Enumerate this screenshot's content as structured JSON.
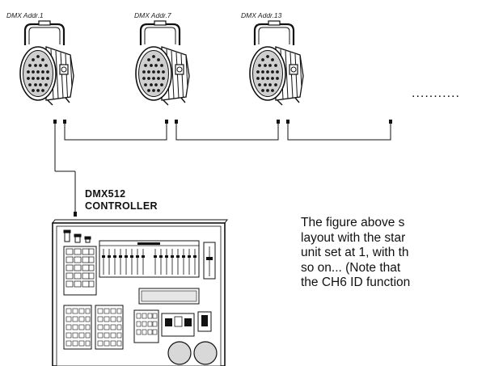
{
  "fixtures": [
    {
      "address_label": "DMX Addr.1"
    },
    {
      "address_label": "DMX Addr.7"
    },
    {
      "address_label": "DMX Addr.13"
    }
  ],
  "ellipsis": "...........",
  "controller": {
    "label_line1": "DMX512",
    "label_line2": "CONTROLLER"
  },
  "description_lines": [
    "The figure above s",
    "layout with the star",
    "unit set at 1, with th",
    "so on... (Note that",
    "the CH6 ID function"
  ]
}
